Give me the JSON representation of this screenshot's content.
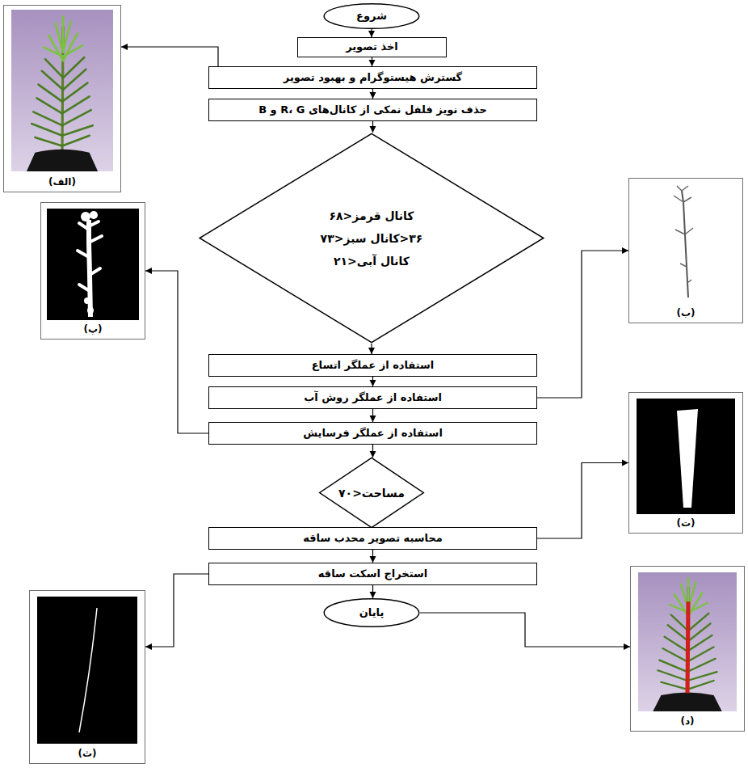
{
  "diagram": {
    "nodes": [
      {
        "text": [
          "شروع"
        ]
      },
      {
        "text": [
          "اخذ تصویر"
        ]
      },
      {
        "text": [
          "گسترش هیستوگرام و بهبود تصویر"
        ]
      },
      {
        "text": [
          "حذف نویز فلفل نمکی از کانال‌های R، G و B"
        ]
      },
      {
        "text": [
          "کانال قرمز<۶۸",
          "۳۶<کانال سبز<۷۳",
          "کانال آبی<۲۱"
        ]
      },
      {
        "text": [
          "استفاده از عملگر اتساع"
        ]
      },
      {
        "text": [
          "استفاده از عملگر روش آب"
        ]
      },
      {
        "text": [
          "استفاده از عملگر فرسایش"
        ]
      },
      {
        "text": [
          "مساحت<۷۰"
        ]
      },
      {
        "text": [
          "محاسبه تصویر محدب ساقه"
        ]
      },
      {
        "text": [
          "استخراج اسکت ساقه"
        ]
      },
      {
        "text": [
          "پایان"
        ]
      },
      {
        "text": [
          "(الف)"
        ]
      },
      {
        "text": [
          "(ب)"
        ]
      },
      {
        "text": [
          "(پ)"
        ]
      },
      {
        "text": [
          "(ت)"
        ]
      },
      {
        "text": [
          "(ث)"
        ]
      },
      {
        "text": [
          "(د)"
        ]
      }
    ],
    "edges": [
      {
        "from": 0,
        "to": 1,
        "arrow": "to"
      },
      {
        "from": 1,
        "to": 2,
        "arrow": "to"
      },
      {
        "from": 2,
        "to": 3,
        "arrow": "to"
      },
      {
        "from": 3,
        "to": 4,
        "arrow": "to"
      },
      {
        "from": 4,
        "to": 5,
        "arrow": "to"
      },
      {
        "from": 5,
        "to": 6,
        "arrow": "to"
      },
      {
        "from": 6,
        "to": 7,
        "arrow": "to"
      },
      {
        "from": 7,
        "to": 8,
        "arrow": "to"
      },
      {
        "from": 8,
        "to": 9,
        "arrow": "to"
      },
      {
        "from": 9,
        "to": 10,
        "arrow": "to"
      },
      {
        "from": 10,
        "to": 11,
        "arrow": "to"
      },
      {
        "from": 2,
        "to": 12,
        "arrow": "to"
      },
      {
        "from": 6,
        "to": 13,
        "arrow": "to"
      },
      {
        "from": 7,
        "to": 14,
        "arrow": "to"
      },
      {
        "from": 9,
        "to": 15,
        "arrow": "to"
      },
      {
        "from": 10,
        "to": 16,
        "arrow": "to"
      },
      {
        "from": 11,
        "to": 17,
        "arrow": "to"
      }
    ]
  }
}
